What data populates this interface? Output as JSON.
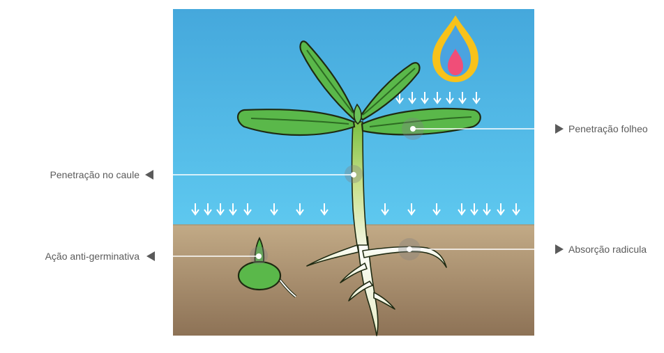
{
  "labels": {
    "stem_penetration": "Penetração no caule",
    "anti_germination": "Ação anti-germinativa",
    "foliar_penetration": "Penetração folheo",
    "root_absorption": "Absorção radicula"
  },
  "colors": {
    "sky_top": "#45a8dc",
    "sky_bottom": "#5ec8ef",
    "soil_top": "#c2aa86",
    "soil_bottom": "#8d7256",
    "leaf_green": "#5ab84a",
    "leaf_outline": "#1f2a12",
    "stem_top": "#7bc043",
    "stem_bottom": "#f2f5e0",
    "arrow_white": "#ffffff",
    "flame_outer": "#f8c21a",
    "flame_mid": "#4aa3e0",
    "flame_inner": "#f04e78",
    "label_text": "#5a5a5a",
    "pointer_arrow": "#5a5a5a"
  },
  "icons": {
    "flame": "flame-icon",
    "pointer": "triangle-arrow-icon",
    "down_arrow": "down-arrow-icon"
  }
}
